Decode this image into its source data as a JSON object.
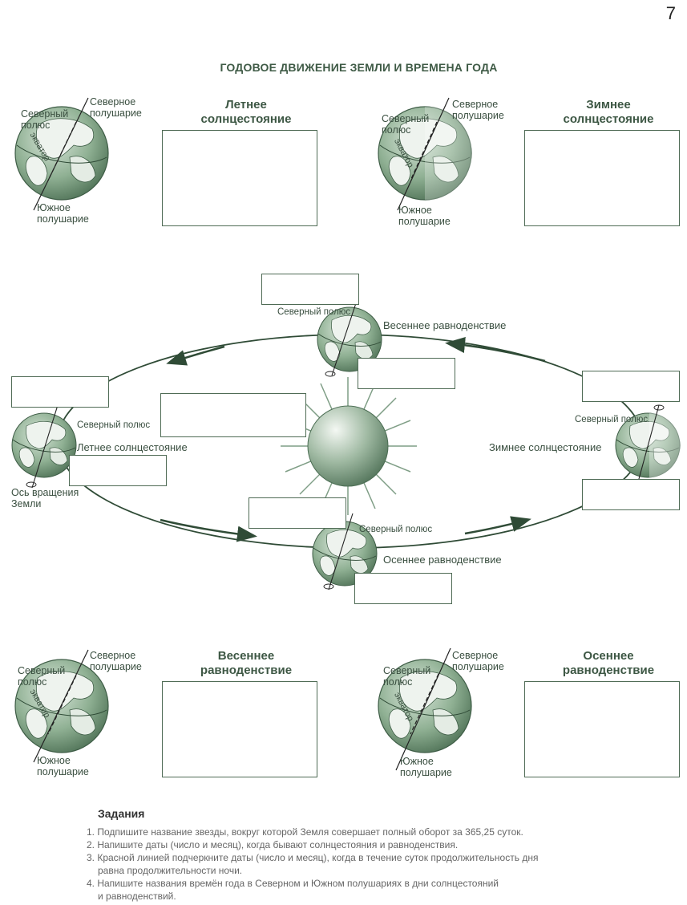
{
  "page_number": "7",
  "title": "ГОДОВОЕ ДВИЖЕНИЕ ЗЕМЛИ И ВРЕМЕНА ГОДА",
  "panels": {
    "summer": {
      "title_line1": "Летнее",
      "title_line2": "солнцестояние"
    },
    "winter": {
      "title_line1": "Зимнее",
      "title_line2": "солнцестояние"
    },
    "spring": {
      "title_line1": "Весеннее",
      "title_line2": "равноденствие"
    },
    "autumn": {
      "title_line1": "Осеннее",
      "title_line2": "равноденствие"
    }
  },
  "globe_labels": {
    "north_pole": "Северный полюс",
    "north_hemisphere": "Северное полушарие",
    "south_hemisphere": "Южное полушарие",
    "equator": "экватор",
    "axis": "Ось вращения Земли"
  },
  "orbit_labels": {
    "spring": "Весеннее равноденствие",
    "summer": "Летнее солнцестояние",
    "winter": "Зимнее солнцестояние",
    "autumn": "Осеннее равноденствие"
  },
  "tasks": {
    "title": "Задания",
    "items": [
      "1. Подпишите название звезды, вокруг которой Земля совершает полный оборот за 365,25 суток.",
      "2. Напишите даты (число и месяц), когда бывают солнцестояния и равноденствия.",
      "3. Красной линией подчеркните даты (число и месяц), когда в течение суток продолжительность дня",
      "равна продолжительности ночи.",
      "4. Напишите названия времён года в Северном и Южном полушариях в дни солнцестояний",
      "и равноденствий."
    ]
  },
  "colors": {
    "accent": "#3e5a45",
    "globe": "#6f9577",
    "box_border": "#4f6b55"
  }
}
